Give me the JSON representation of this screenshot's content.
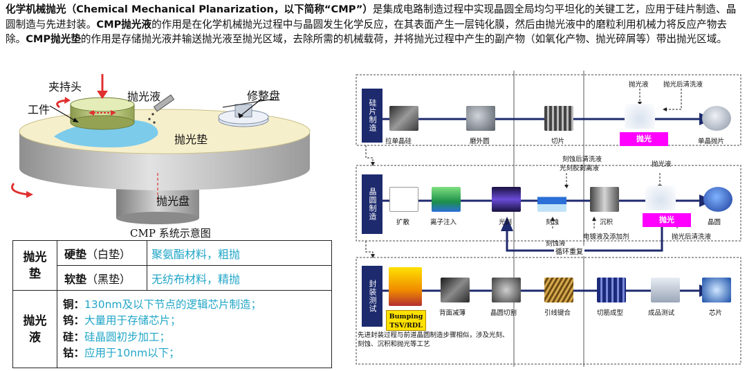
{
  "intro": {
    "s1_bold": "化学机械抛光（Chemical Mechanical Planarization，以下简称“CMP”）",
    "s1_text": "是集成电路制造过程中实现晶圆全局均匀平坦化的关键工艺，应用于硅片制造、晶圆制造与先进封装。",
    "s2_bold": "CMP抛光液",
    "s2_text": "的作用是在化学机械抛光过程中与晶圆发生化学反应，在其表面产生一层钝化膜，然后由抛光液中的磨粒利用机械力将反应产物去除。",
    "s3_bold": "CMP抛光垫",
    "s3_text": "的作用是存储抛光液并输送抛光液至抛光区域，去除所需的机械载荷，并将抛光过程中产生的副产物（如氧化产物、抛光碎屑等）带出抛光区域。"
  },
  "schematic": {
    "labels": {
      "carrier": "夹持头",
      "slurry": "抛光液",
      "workpiece": "工件",
      "conditioner": "修整盘",
      "pad": "抛光垫",
      "platen": "抛光盘"
    },
    "caption": "CMP 系统示意图"
  },
  "table": {
    "pad_category": "抛光垫",
    "pad_rows": [
      {
        "name": "硬垫",
        "note": "（白垫）",
        "value": "聚氨酯材料，粗抛"
      },
      {
        "name": "软垫",
        "note": "（黑垫）",
        "value": "无纺布材料，精抛"
      }
    ],
    "slurry_category": "抛光液",
    "slurry_rows": [
      {
        "metal": "铜：",
        "value": "130nm及以下节点的逻辑芯片制造；"
      },
      {
        "metal": "钨：",
        "value": "大量用于存储芯片；"
      },
      {
        "metal": "硅：",
        "value": "硅晶圆初步加工；"
      },
      {
        "metal": "钴：",
        "value": "应用于10nm以下；"
      }
    ]
  },
  "flow": {
    "row1": {
      "label": "硅片制造",
      "steps": [
        "拉单晶硅",
        "磨外圆",
        "切片",
        "抛光",
        "单晶抛片"
      ],
      "top_notes": [
        "抛光液",
        "抛光后清洗液"
      ]
    },
    "row2": {
      "label": "晶圆制造",
      "steps": [
        "扩散",
        "离子注入",
        "光刻",
        "刻蚀",
        "沉积",
        "抛光",
        "晶圆"
      ],
      "top_notes": [
        "刻蚀后清洗液",
        "光刻胶剥离液",
        "抛光液"
      ],
      "bottom_notes": [
        "刻蚀液",
        "电镀液及添加剂",
        "抛光后清洗液"
      ],
      "loop_label": "循环重复"
    },
    "row3": {
      "label": "封装测试",
      "bumping": "Bumping\nTSV/RDL",
      "steps": [
        "背面减薄",
        "晶圆切割",
        "引线键合",
        "切筋成型",
        "成品测试",
        "芯片"
      ],
      "footnote": "先进封装过程与前道晶圆制造步骤相似，涉及光刻、刻蚀、沉积和抛光等工艺"
    }
  }
}
